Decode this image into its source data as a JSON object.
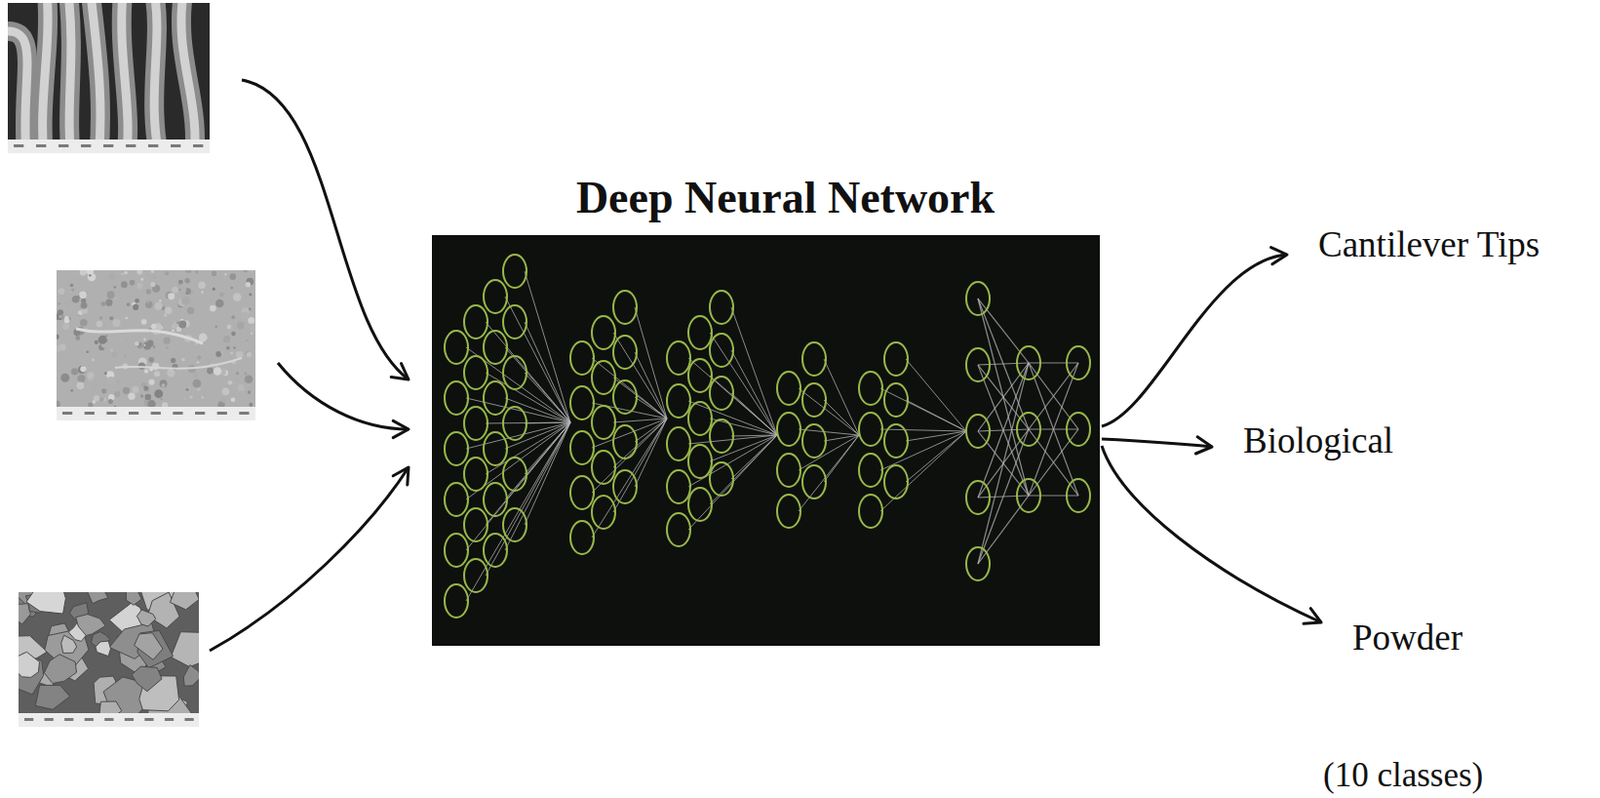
{
  "diagram": {
    "nodes": [
      {
        "text": [
          "Deep Neural Network"
        ]
      },
      {
        "text": [
          "Cantilever Tips"
        ]
      },
      {
        "text": [
          "Biological"
        ]
      },
      {
        "text": [
          "Powder"
        ]
      }
    ],
    "edges": [
      {
        "from": 0,
        "to": 1,
        "arrow": "to"
      },
      {
        "from": 0,
        "to": 2,
        "arrow": "to"
      },
      {
        "from": 0,
        "to": 3,
        "arrow": "to"
      }
    ],
    "labels": [
      "(10 classes)"
    ]
  }
}
